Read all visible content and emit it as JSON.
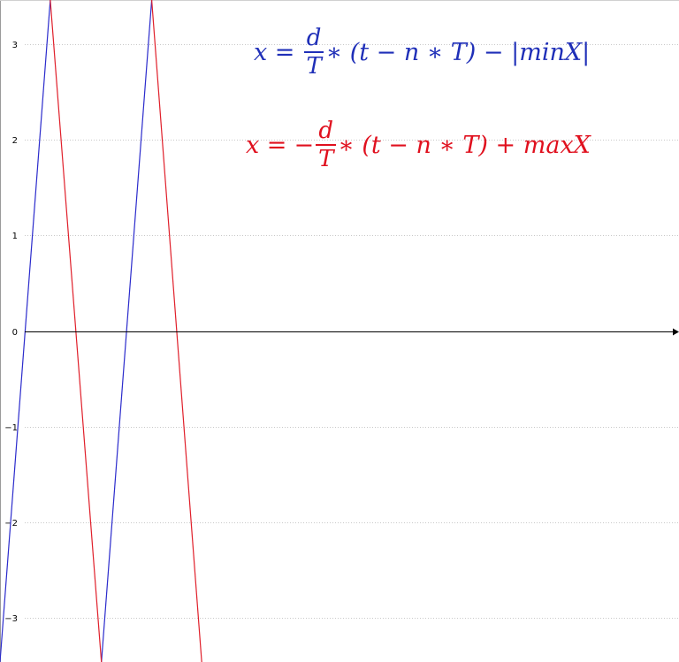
{
  "chart_data": {
    "type": "line",
    "title": "",
    "xlabel": "",
    "ylabel": "",
    "xlim": [
      0,
      23.9
    ],
    "ylim": [
      -3.46,
      3.46
    ],
    "y_ticks": [
      -3,
      -2,
      -1,
      0,
      1,
      2,
      3
    ],
    "y_tick_labels": [
      "−3",
      "−2",
      "−1",
      "0",
      "1",
      "2",
      "3"
    ],
    "grid": {
      "horizontal": true,
      "vertical": false,
      "style": "dotted"
    },
    "series": [
      {
        "color": "#2b2bcc",
        "segments": [
          {
            "x": [
              0.0,
              1.77
            ],
            "y": [
              -3.46,
              3.46
            ]
          },
          {
            "x": [
              3.57,
              5.34
            ],
            "y": [
              -3.46,
              3.46
            ]
          }
        ]
      },
      {
        "color": "#e01f2a",
        "segments": [
          {
            "x": [
              1.77,
              3.57
            ],
            "y": [
              3.46,
              -3.46
            ]
          },
          {
            "x": [
              5.34,
              7.1
            ],
            "y": [
              3.46,
              -3.46
            ]
          }
        ]
      }
    ]
  },
  "equations": {
    "blue": {
      "lhs": "x =",
      "frac_num": "d",
      "frac_den": "T",
      "rest": "∗ (t − n ∗ T) − |minX|",
      "color": "#1f2fb8"
    },
    "red": {
      "lhs": "x =",
      "minus": "−",
      "frac_num": "d",
      "frac_den": "T",
      "rest": "∗ (t − n ∗ T) + maxX",
      "color": "#e0101e"
    }
  }
}
